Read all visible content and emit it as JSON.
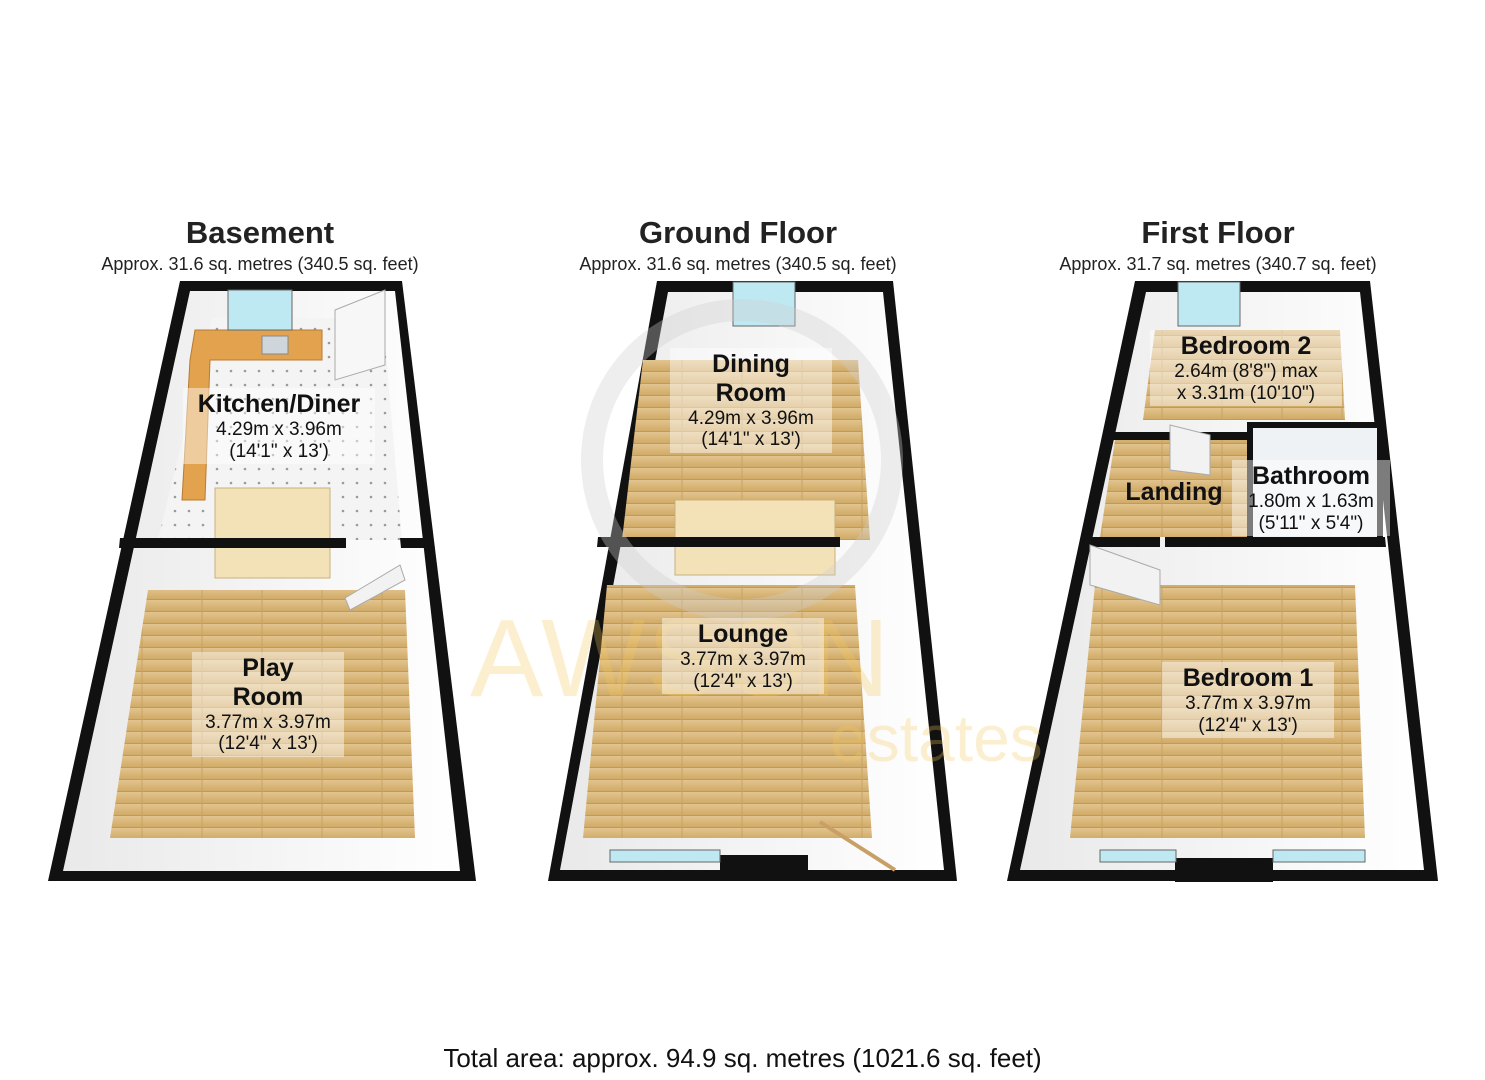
{
  "floors": [
    {
      "title": "Basement",
      "area": "Approx. 31.6 sq. metres (340.5 sq. feet)",
      "rooms": [
        {
          "name": "Kitchen/Diner",
          "dims": [
            "4.29m x 3.96m",
            "(14'1\" x 13')"
          ]
        },
        {
          "name": "Play Room",
          "dims": [
            "3.77m x 3.97m",
            "(12'4\" x 13')"
          ]
        }
      ]
    },
    {
      "title": "Ground Floor",
      "area": "Approx. 31.6 sq. metres (340.5 sq. feet)",
      "rooms": [
        {
          "name": "Dining Room",
          "dims": [
            "4.29m x 3.96m",
            "(14'1\" x 13')"
          ]
        },
        {
          "name": "Lounge",
          "dims": [
            "3.77m x 3.97m",
            "(12'4\" x 13')"
          ]
        }
      ]
    },
    {
      "title": "First Floor",
      "area": "Approx. 31.7 sq. metres (340.7 sq. feet)",
      "rooms": [
        {
          "name": "Bedroom 2",
          "dims": [
            "2.64m (8'8\") max",
            "x 3.31m (10'10\")"
          ]
        },
        {
          "name": "Landing",
          "dims": []
        },
        {
          "name": "Bathroom",
          "dims": [
            "1.80m x 1.63m",
            "(5'11\" x 5'4\")"
          ]
        },
        {
          "name": "Bedroom 1",
          "dims": [
            "3.77m x 3.97m",
            "(12'4\" x 13')"
          ]
        }
      ]
    }
  ],
  "total": "Total area: approx. 94.9 sq. metres (1021.6 sq. feet)",
  "watermark": {
    "brand": "AWSON",
    "sub": "estates"
  },
  "colors": {
    "wall": "#111111",
    "wood_floor": "#d9b87c",
    "tile_floor": "#f2f2f2",
    "counter": "#e2a24e",
    "window": "#bfe9f2",
    "watermark_gold": "#f6c85a",
    "watermark_grey": "#b9b9b9"
  }
}
